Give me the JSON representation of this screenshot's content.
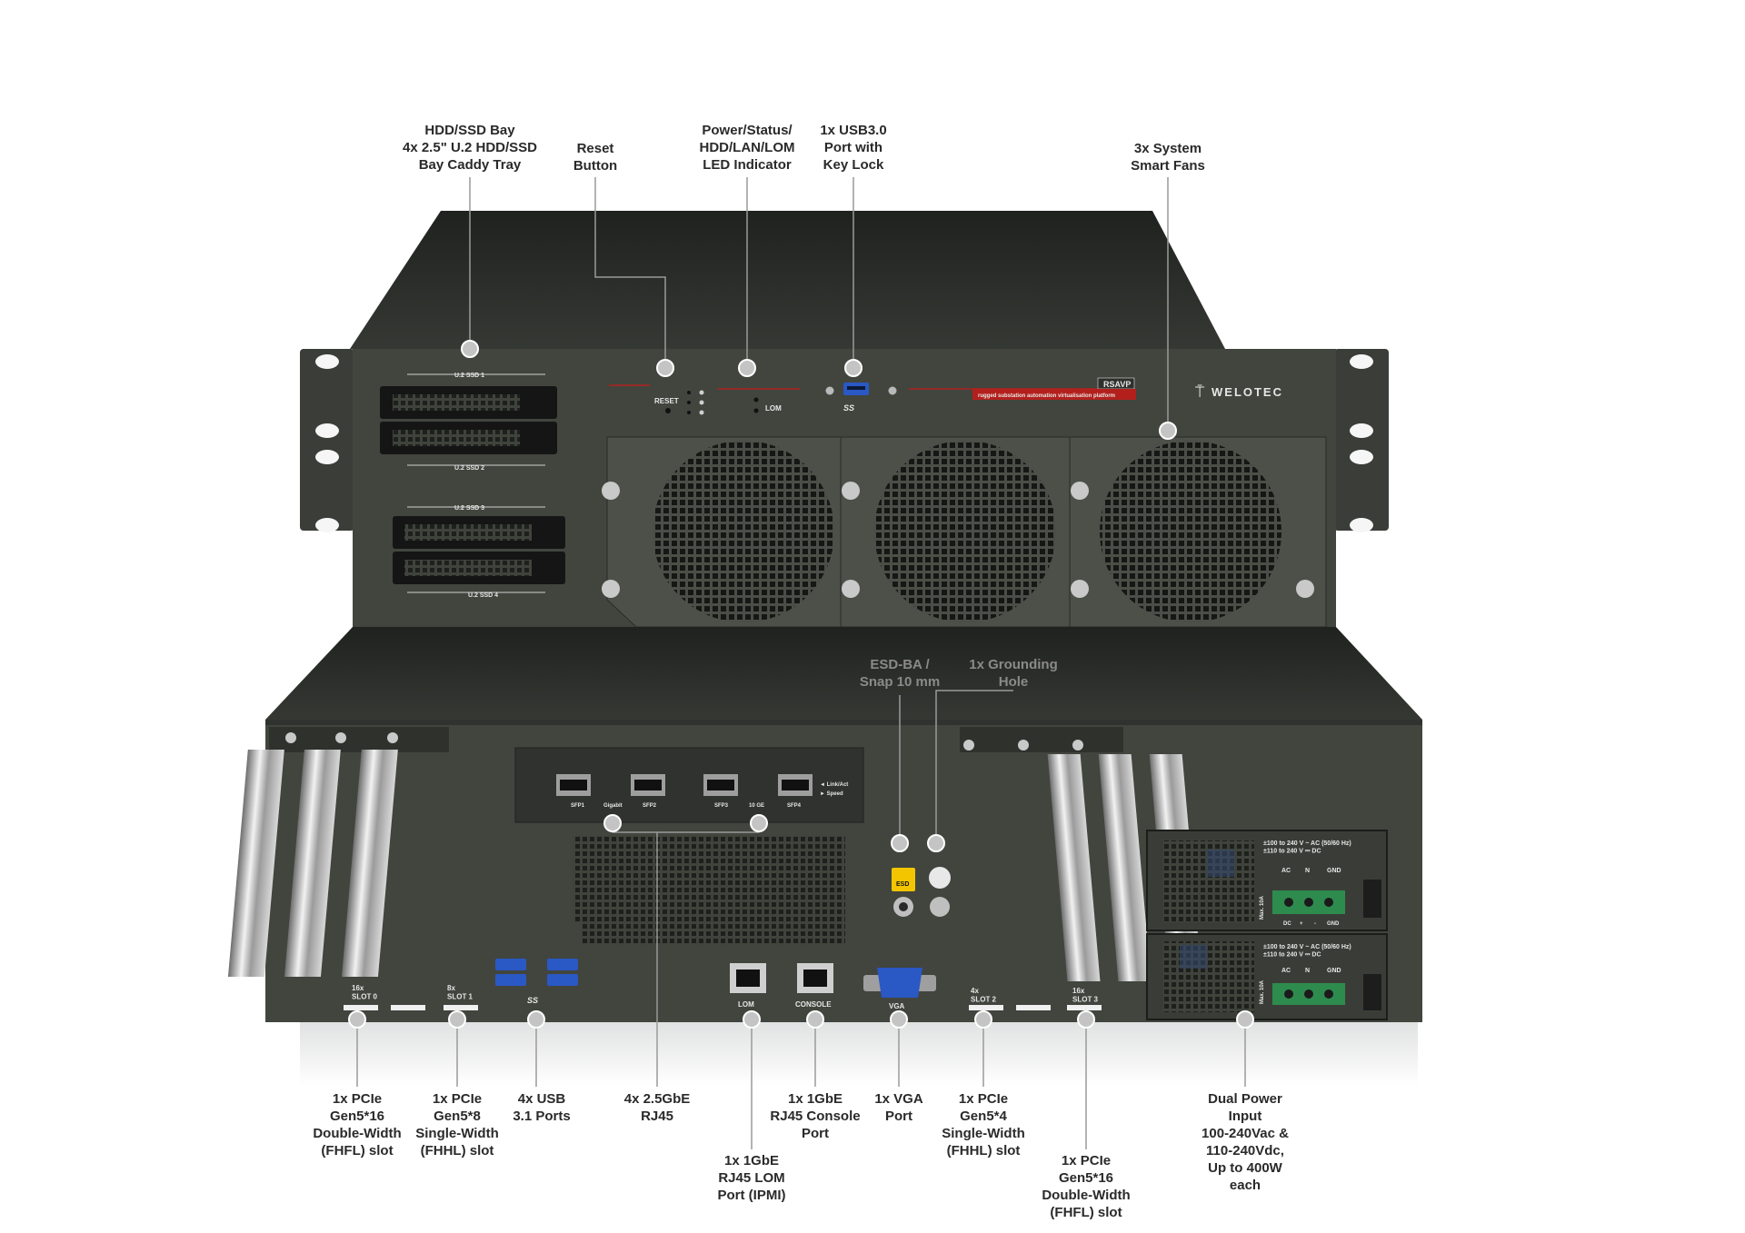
{
  "front_panel": {
    "bay_labels": [
      "U.2 SSD 1",
      "U.2 SSD 2",
      "U.2 SSD 3",
      "U.2 SSD 4"
    ],
    "reset_text": "RESET",
    "lom_text": "LOM",
    "usb_logo": "SS",
    "model_badge": "RSAVP",
    "tagline": "rugged substation automation virtualisation platform",
    "brand": "WELOTEC"
  },
  "rear_panel": {
    "sfp_labels": [
      "SFP1",
      "SFP2",
      "SFP3",
      "SFP4"
    ],
    "sfp_group_1": "Gigabit",
    "sfp_group_2": "10 GE",
    "led_legend_1": "◄ Link/Act",
    "led_legend_2": "► Speed",
    "slot_labels_left": [
      "16x\nSLOT 0",
      "8x\nSLOT 1"
    ],
    "slot_labels_right": [
      "4x\nSLOT 2",
      "16x\nSLOT 3"
    ],
    "usb_logo": "SS",
    "port_lom": "LOM",
    "port_console": "CONSOLE",
    "port_vga": "VGA",
    "esd_badge": "ESD",
    "psu_spec_1": "±100 to 240 V ~ AC (50/60 Hz)\n±110 to 240 V ⎓ DC",
    "psu_spec_2": "±100 to 240 V ~ AC (50/60 Hz)\n±110 to 240 V ⎓ DC",
    "psu_terminals_ac": [
      "AC",
      "N",
      "GND"
    ],
    "psu_terminals_dc": [
      "DC",
      "+",
      "-",
      "GND"
    ],
    "psu_max": "Max. 10A"
  },
  "callouts_top": [
    {
      "id": "hdd-bay",
      "text": "HDD/SSD Bay\n4x 2.5\" U.2 HDD/SSD\nBay Caddy Tray"
    },
    {
      "id": "reset",
      "text": "Reset\nButton"
    },
    {
      "id": "led",
      "text": "Power/Status/\nHDD/LAN/LOM\nLED Indicator"
    },
    {
      "id": "usb30",
      "text": "1x USB3.0\nPort with\nKey Lock"
    },
    {
      "id": "fans",
      "text": "3x System\nSmart Fans"
    }
  ],
  "callouts_mid": [
    {
      "id": "esd",
      "text": "ESD-BA /\nSnap 10 mm"
    },
    {
      "id": "ground",
      "text": "1x Grounding\nHole"
    }
  ],
  "callouts_bottom": [
    {
      "id": "slot0",
      "text": "1x PCIe\nGen5*16\nDouble-Width\n(FHFL) slot"
    },
    {
      "id": "slot1",
      "text": "1x PCIe\nGen5*8\nSingle-Width\n(FHHL) slot"
    },
    {
      "id": "usb31",
      "text": "4x USB\n3.1 Ports"
    },
    {
      "id": "rj45",
      "text": "4x 2.5GbE\nRJ45"
    },
    {
      "id": "lom",
      "text": "1x 1GbE\nRJ45 LOM\nPort (IPMI)"
    },
    {
      "id": "console",
      "text": "1x 1GbE\nRJ45 Console\nPort"
    },
    {
      "id": "vga",
      "text": "1x VGA\nPort"
    },
    {
      "id": "slot2",
      "text": "1x PCIe\nGen5*4\nSingle-Width\n(FHHL) slot"
    },
    {
      "id": "slot3",
      "text": "1x PCIe\nGen5*16\nDouble-Width\n(FHFL) slot"
    },
    {
      "id": "power",
      "text": "Dual Power\nInput\n100-240Vac &\n110-240Vdc,\nUp to 400W\neach"
    }
  ],
  "colors": {
    "chassis": "#3f433c",
    "chassis_top": "#2f322e",
    "callout_line": "#9a9a9a",
    "accent_red": "#b3201c"
  }
}
